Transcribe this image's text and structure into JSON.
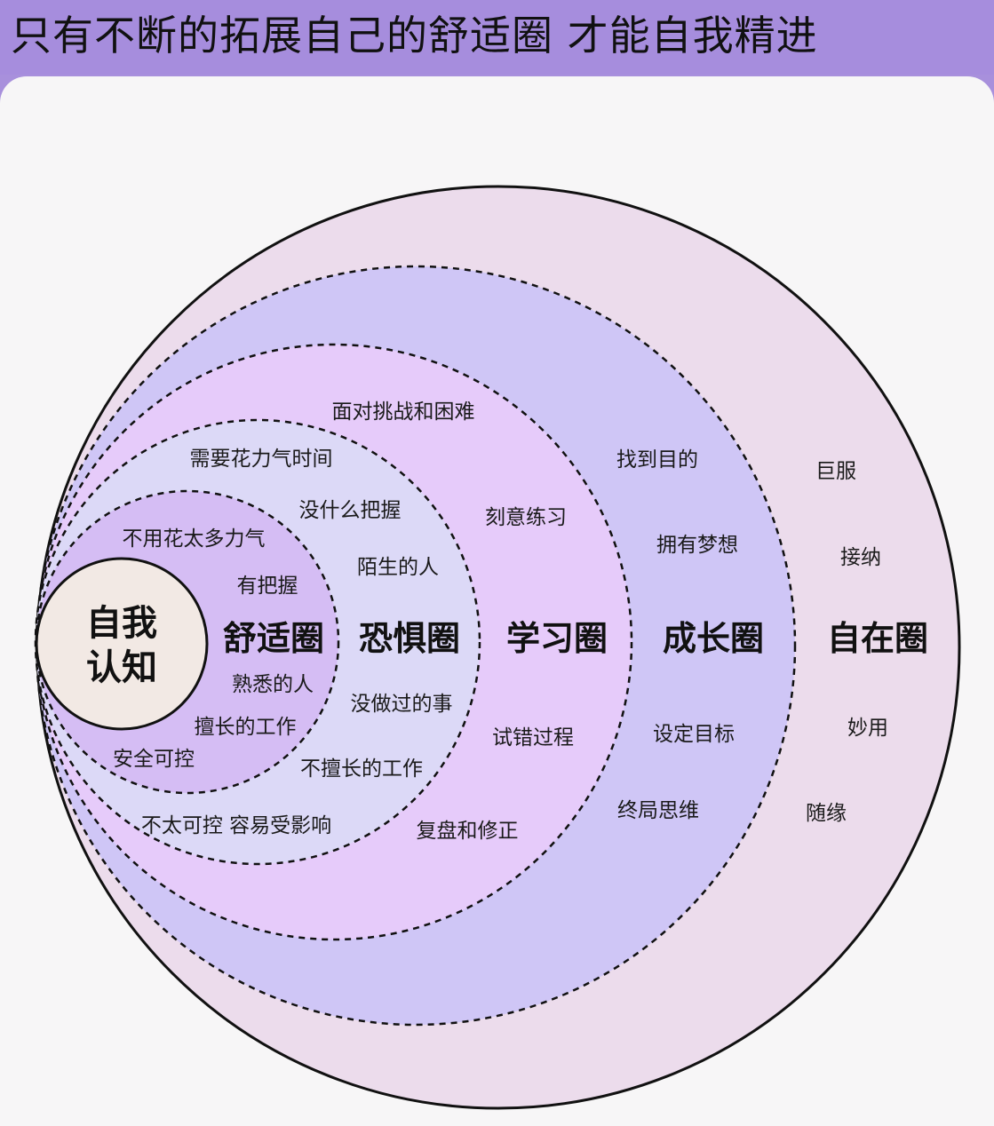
{
  "title": "只有不断的拓展自己的舒适圈 才能自我精进",
  "core": {
    "label_line1": "自我",
    "label_line2": "认知"
  },
  "rings": {
    "comfort": {
      "label": "舒适圈",
      "items": [
        "不用花太多力气",
        "有把握",
        "熟悉的人",
        "擅长的工作",
        "安全可控"
      ]
    },
    "fear": {
      "label": "恐惧圈",
      "items": [
        "需要花力气时间",
        "没什么把握",
        "陌生的人",
        "没做过的事",
        "不擅长的工作",
        "不太可控 容易受影响"
      ]
    },
    "learning": {
      "label": "学习圈",
      "items": [
        "面对挑战和困难",
        "刻意练习",
        "试错过程",
        "复盘和修正"
      ]
    },
    "growth": {
      "label": "成长圈",
      "items": [
        "找到目的",
        "拥有梦想",
        "设定目标",
        "终局思维"
      ]
    },
    "freedom": {
      "label": "自在圈",
      "items": [
        "巨服",
        "接纳",
        "妙用",
        "随缘"
      ]
    }
  },
  "colors": {
    "header": "#a68ddd",
    "freedom_fill": "#ecdcec",
    "growth_fill": "#cfc6f6",
    "learning_fill": "#e6cbfa",
    "fear_fill": "#dcd9f7",
    "comfort_fill": "#d5bdf4",
    "core_fill": "#f2e9e4"
  }
}
